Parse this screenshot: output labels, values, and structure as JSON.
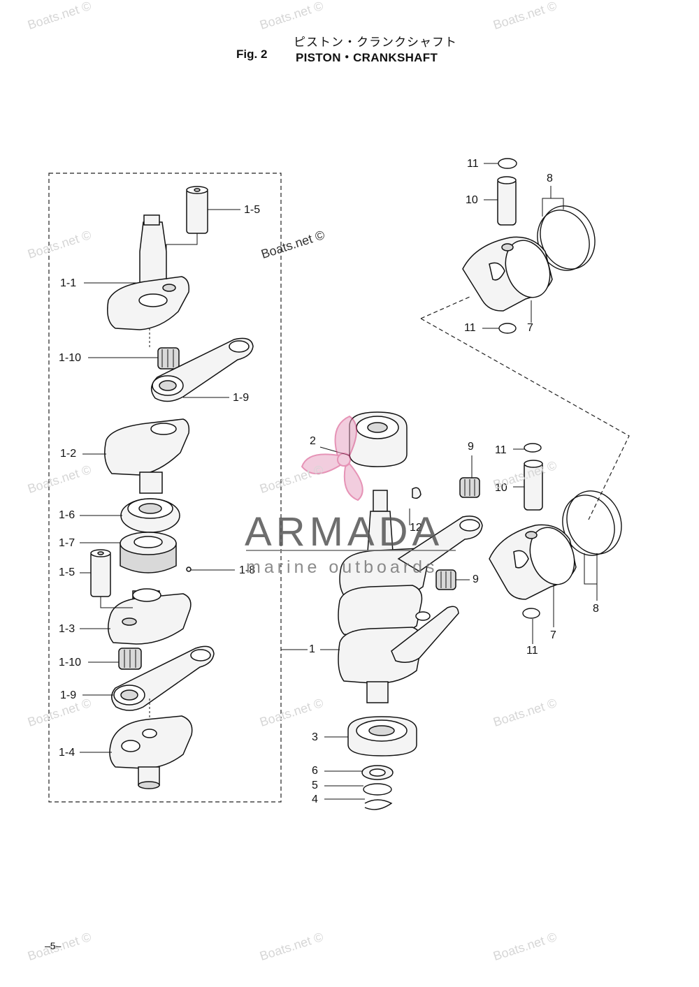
{
  "header": {
    "title_jp": "ピストン・クランクシャフト",
    "fig_number": "Fig. 2",
    "title_en": "PISTON・CRANKSHAFT"
  },
  "callouts": [
    {
      "id": "1-5-top",
      "label": "1-5"
    },
    {
      "id": "1-1",
      "label": "1-1"
    },
    {
      "id": "1-10-top",
      "label": "1-10"
    },
    {
      "id": "1-9-top",
      "label": "1-9"
    },
    {
      "id": "1-2",
      "label": "1-2"
    },
    {
      "id": "1-6",
      "label": "1-6"
    },
    {
      "id": "1-7",
      "label": "1-7"
    },
    {
      "id": "1-5-bottom",
      "label": "1-5"
    },
    {
      "id": "1-8",
      "label": "1-8"
    },
    {
      "id": "1-3",
      "label": "1-3"
    },
    {
      "id": "1-10-bottom",
      "label": "1-10"
    },
    {
      "id": "1-9-bottom",
      "label": "1-9"
    },
    {
      "id": "1-4",
      "label": "1-4"
    },
    {
      "id": "1",
      "label": "1"
    },
    {
      "id": "2",
      "label": "2"
    },
    {
      "id": "12",
      "label": "12"
    },
    {
      "id": "3",
      "label": "3"
    },
    {
      "id": "6",
      "label": "6"
    },
    {
      "id": "5",
      "label": "5"
    },
    {
      "id": "4",
      "label": "4"
    },
    {
      "id": "11-a",
      "label": "11"
    },
    {
      "id": "10-a",
      "label": "10"
    },
    {
      "id": "8-a",
      "label": "8"
    },
    {
      "id": "11-b",
      "label": "11"
    },
    {
      "id": "7-a",
      "label": "7"
    },
    {
      "id": "9-a",
      "label": "9"
    },
    {
      "id": "11-c",
      "label": "11"
    },
    {
      "id": "10-b",
      "label": "10"
    },
    {
      "id": "9-b",
      "label": "9"
    },
    {
      "id": "8-b",
      "label": "8"
    },
    {
      "id": "7-b",
      "label": "7"
    },
    {
      "id": "11-d",
      "label": "11"
    }
  ],
  "watermarks": {
    "text": "Boats.net ©",
    "brand": "ARMADA",
    "brand_sub": "marine outboards"
  },
  "footer": {
    "page_number": "–5–"
  }
}
